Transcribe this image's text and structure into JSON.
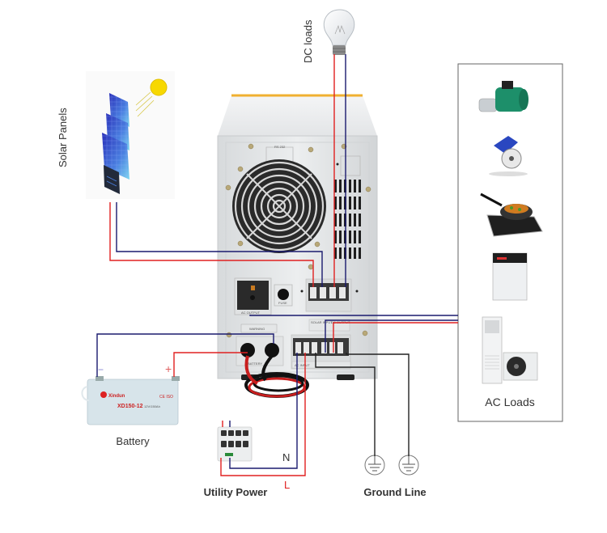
{
  "title": "Off-grid solar inverter wiring diagram",
  "labels": {
    "dc_loads": "DC loads",
    "solar_panels": "Solar Panels",
    "ac_loads": "AC Loads",
    "battery": "Battery",
    "utility_power": "Utility Power",
    "ground_line": "Ground Line",
    "neutral": "N",
    "live": "L",
    "battery_minus": "−",
    "battery_plus": "+"
  },
  "battery": {
    "brand": "Xindun",
    "model": "XD150-12",
    "spec": "12V/150Ah",
    "cert": "CE ISO"
  },
  "inverter": {
    "port_rs232": "RS 232",
    "port_dc": "DC OUT",
    "ac_output": "AC OUTPUT",
    "fuse": "FUSE",
    "warning": "WARNING",
    "solar_input": "SOLAR INPUT",
    "dc_output": "DC OUTPUT",
    "ac_input": "AC INPUT",
    "battery_port": "BATTERY"
  },
  "ac_loads_items": [
    "water-pump",
    "circular-saw",
    "induction-cooker",
    "washing-machine",
    "air-conditioner"
  ],
  "colors": {
    "positive_wire": "#e02020",
    "negative_wire": "#1a1a6e",
    "ground_wire": "#222222",
    "sun": "#f7d800",
    "panel": "#3b4fd0"
  }
}
